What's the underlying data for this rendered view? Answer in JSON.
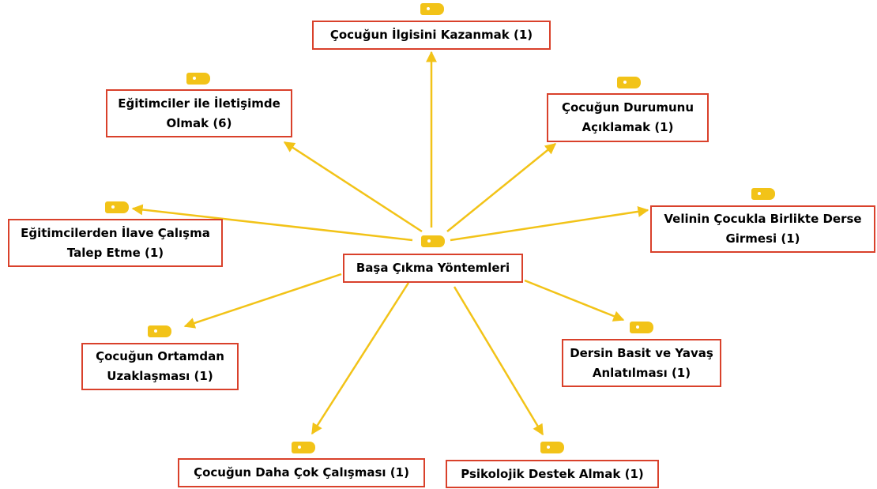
{
  "colors": {
    "arrow": "#f2c318",
    "border": "#d9412b",
    "tag": "#f2c318",
    "text": "#000000"
  },
  "center": {
    "label": "Başa Çıkma Yöntemleri"
  },
  "nodes": [
    {
      "label": "Çocuğun İlgisini Kazanmak (1)"
    },
    {
      "label": "Eğitimciler ile İletişimde\nOlmak (6)"
    },
    {
      "label": "Çocuğun Durumunu\nAçıklamak (1)"
    },
    {
      "label": "Eğitimcilerden İlave Çalışma\nTalep Etme (1)"
    },
    {
      "label": "Velinin Çocukla Birlikte Derse\nGirmesi (1)"
    },
    {
      "label": "Çocuğun Ortamdan\nUzaklaşması (1)"
    },
    {
      "label": "Dersin Basit ve Yavaş\nAnlatılması (1)"
    },
    {
      "label": "Çocuğun Daha Çok Çalışması (1)"
    },
    {
      "label": "Psikolojik Destek Almak (1)"
    }
  ]
}
